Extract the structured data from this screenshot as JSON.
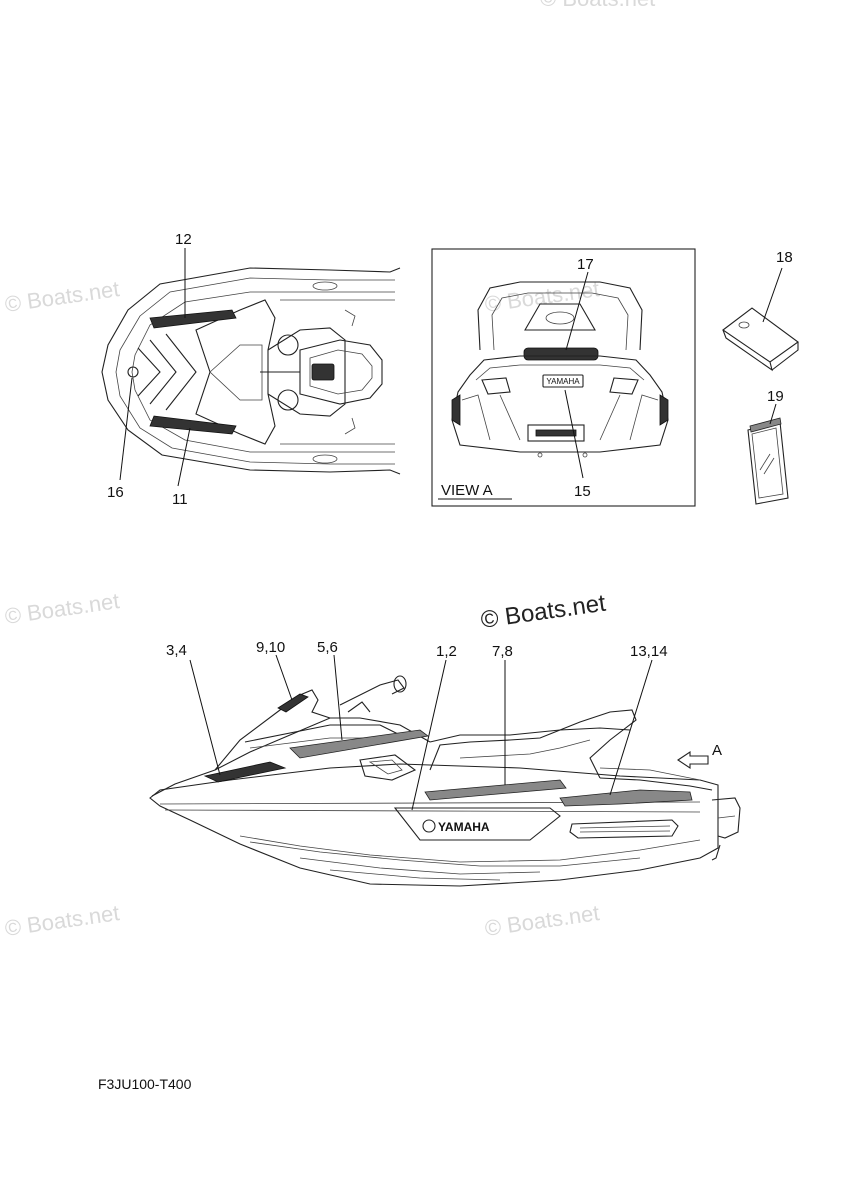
{
  "watermark": {
    "text": "© Boats.net"
  },
  "view_a": {
    "title": "VIEW A",
    "arrow_label": "A"
  },
  "callouts": {
    "c12": "12",
    "c16": "16",
    "c11": "11",
    "c17": "17",
    "c15": "15",
    "c18": "18",
    "c19": "19",
    "c3_4": "3,4",
    "c9_10": "9,10",
    "c5_6": "5,6",
    "c1_2": "1,2",
    "c7_8": "7,8",
    "c13_14": "13,14"
  },
  "decal": {
    "brand": "YAMAHA"
  },
  "diagram_code": "F3JU100-T400"
}
